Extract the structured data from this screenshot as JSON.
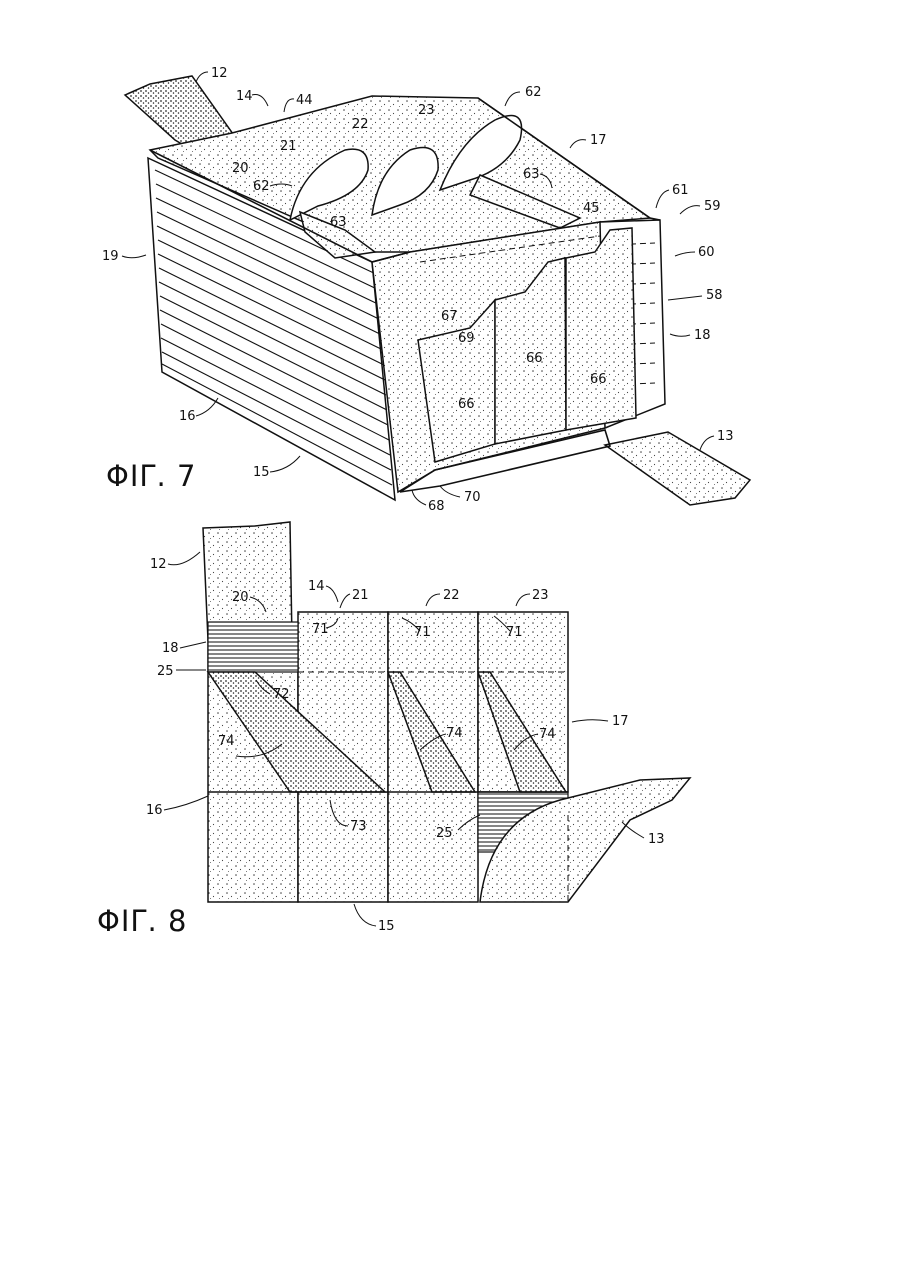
{
  "figures": [
    {
      "caption": "ΦΙΓ. 7",
      "labels": [
        "12",
        "14",
        "44",
        "22",
        "23",
        "62",
        "17",
        "21",
        "20",
        "62",
        "63",
        "61",
        "59",
        "19",
        "45",
        "60",
        "58",
        "18",
        "67",
        "69",
        "66",
        "66",
        "66",
        "16",
        "13",
        "15",
        "70",
        "68",
        "63"
      ]
    },
    {
      "caption": "ΦΙΓ. 8",
      "labels": [
        "12",
        "20",
        "14",
        "21",
        "22",
        "23",
        "71",
        "71",
        "71",
        "18",
        "25",
        "72",
        "17",
        "74",
        "74",
        "74",
        "16",
        "73",
        "25",
        "13",
        "15"
      ]
    }
  ]
}
